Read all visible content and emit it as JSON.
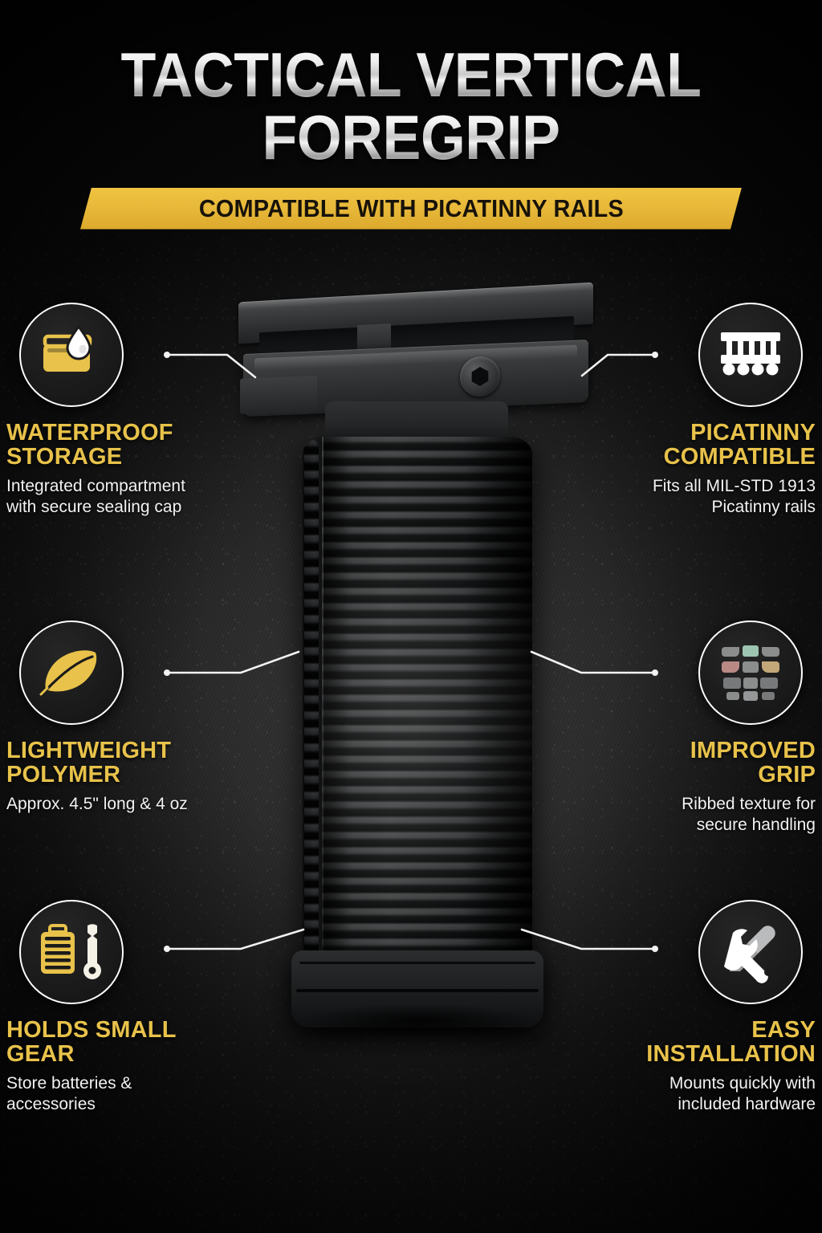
{
  "header": {
    "title_line1": "TACTICAL VERTICAL",
    "title_line2": "FOREGRIP",
    "banner": "COMPATIBLE WITH PICATINNY RAILS"
  },
  "colors": {
    "accent_yellow": "#e8c24a",
    "banner_yellow": "#e8b93a",
    "text_white": "#f2f2f2",
    "background_dark": "#121212",
    "icon_ring": "#ffffff"
  },
  "product": {
    "name": "Tactical Vertical Foregrip",
    "finish": "matte black polymer"
  },
  "features": [
    {
      "id": "waterproof-storage",
      "side": "left",
      "icon": "waterproof-container-icon",
      "title": "WATERPROOF\nSTORAGE",
      "title_line1": "WATERPROOF",
      "title_line2": "STORAGE",
      "desc_line1": "Integrated compartment",
      "desc_line2": "with secure sealing cap"
    },
    {
      "id": "picatinny-compatible",
      "side": "right",
      "icon": "picatinny-rail-icon",
      "title_line1": "PICATINNY",
      "title_line2": "COMPATIBLE",
      "desc_line1": "Fits all MIL-STD 1913",
      "desc_line2": "Picatinny rails"
    },
    {
      "id": "lightweight-polymer",
      "side": "left",
      "icon": "feather-icon",
      "title_line1": "LIGHTWEIGHT",
      "title_line2": "POLYMER",
      "desc_line1": "Approx. 4.5\" long & 4 oz",
      "desc_line2": ""
    },
    {
      "id": "improved-grip",
      "side": "right",
      "icon": "grip-texture-icon",
      "title_line1": "IMPROVED",
      "title_line2": "GRIP",
      "desc_line1": "Ribbed texture for",
      "desc_line2": "secure handling"
    },
    {
      "id": "holds-small-gear",
      "side": "left",
      "icon": "battery-wrench-icon",
      "title_line1": "HOLDS SMALL",
      "title_line2": "GEAR",
      "desc_line1": "Store batteries &",
      "desc_line2": "accessories"
    },
    {
      "id": "easy-installation",
      "side": "right",
      "icon": "wrench-screwdriver-icon",
      "title_line1": "EASY",
      "title_line2": "INSTALLATION",
      "desc_line1": "Mounts quickly with",
      "desc_line2": "included hardware"
    }
  ]
}
